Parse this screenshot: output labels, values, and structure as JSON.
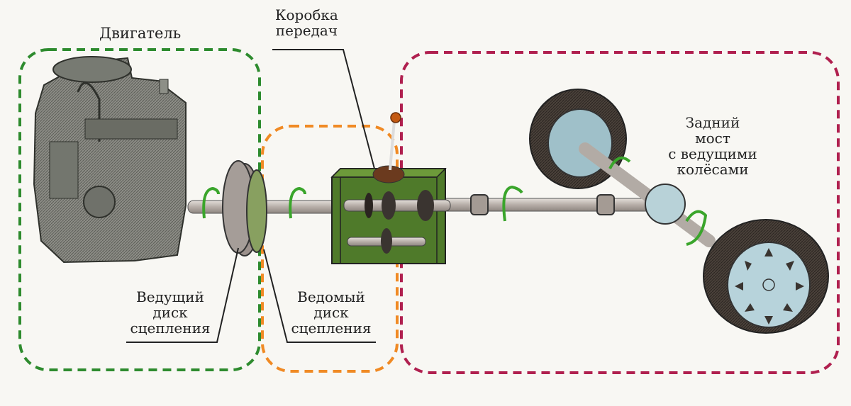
{
  "title": "Схема трансмиссии автомобиля",
  "colors": {
    "engine_zone": "#2e8b2e",
    "clutch_zone": "#f08a24",
    "axle_zone": "#b0204f",
    "arrow": "#3aa52b",
    "gearbox": "#4f7a2a",
    "shaft": "#bdb6b0",
    "tire": "#3a3430",
    "hub": "#a9c6cf",
    "lever_knob": "#c45a12"
  },
  "labels": {
    "engine": "Двигатель",
    "gearbox": [
      "Коробка",
      "передач"
    ],
    "driving_disc": [
      "Ведущий",
      "диск",
      "сцепления"
    ],
    "driven_disc": [
      "Ведомый",
      "диск",
      "сцепления"
    ],
    "rear_axle": [
      "Задний",
      "мост",
      "с ведущими",
      "колёсами"
    ]
  },
  "zones": [
    {
      "id": "engine",
      "label_ref": "engine"
    },
    {
      "id": "clutch",
      "label_ref": "driven_disc"
    },
    {
      "id": "rear-axle",
      "label_ref": "rear_axle"
    }
  ]
}
